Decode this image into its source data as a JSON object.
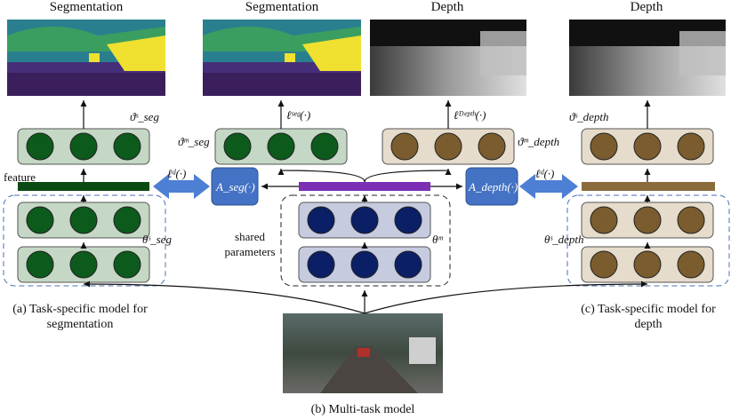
{
  "titles": {
    "seg_left": "Segmentation",
    "seg_mid": "Segmentation",
    "depth_mid": "Depth",
    "depth_right": "Depth"
  },
  "labels": {
    "theta_seg_s_top": "ϑˢ_seg",
    "theta_seg_m": "ϑᵐ_seg",
    "theta_depth_m": "ϑᵐ_depth",
    "theta_depth_s_top": "ϑˢ_depth",
    "loss_seg": "ℓˢᵉᵍ(·)",
    "loss_depth": "ℓᴰᵉᵖᵗʰ(·)",
    "loss_d_left": "ℓᵈ(·)",
    "loss_d_right": "ℓᵈ(·)",
    "feature": "feature",
    "theta_seg_s_low": "θˢ_seg",
    "theta_depth_s_low": "θˢ_depth",
    "theta_m": "θᵐ",
    "shared_params": "shared parameters",
    "a_seg": "A_seg(·)",
    "a_depth": "A_depth(·)"
  },
  "captions": {
    "a_line1": "(a) Task-specific model for",
    "a_line2": "segmentation",
    "b": "(b) Multi-task model",
    "c_line1": "(c) Task-specific model for",
    "c_line2": "depth"
  },
  "colors": {
    "green_circle": "#0c5a1c",
    "green_block": "#c5d7c5",
    "tan_circle": "#7a5c2e",
    "tan_block": "#e6dccc",
    "navy_circle": "#0a1f66",
    "navy_block": "#c6cbe0",
    "purple_bar": "#7a2fb5",
    "green_bar": "#0c4a14",
    "brown_bar": "#8a6a3a",
    "adapter_blue": "#4472c4",
    "arrow_blue": "#4d7fd4"
  }
}
